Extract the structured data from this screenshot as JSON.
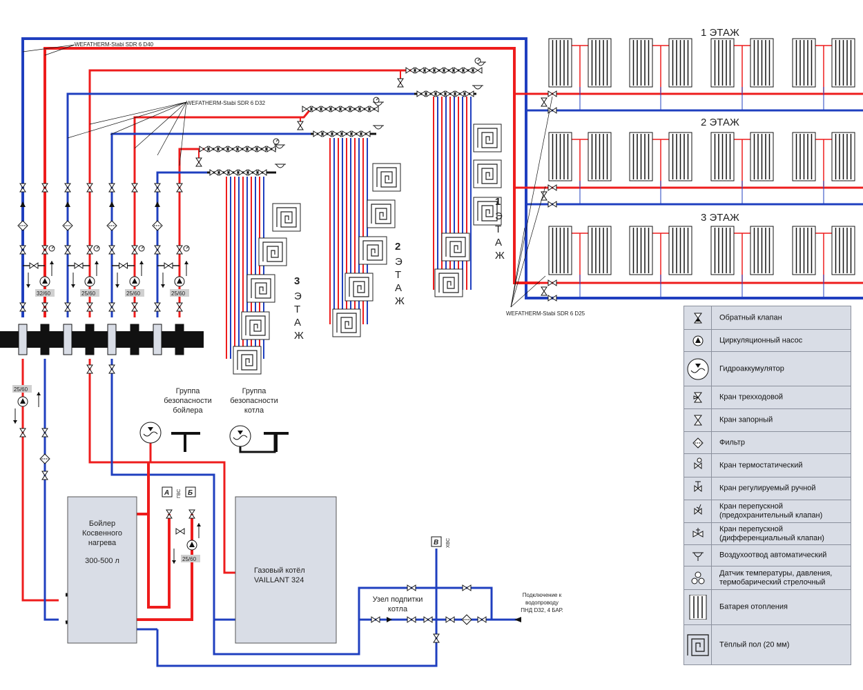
{
  "pipe_labels": {
    "d40": "WEFATHERM-Stabi SDR 6 D40",
    "d32": "WEFATHERM-Stabi SDR 6 D32",
    "d25": "WEFATHERM-Stabi SDR 6 D25"
  },
  "floors_radiators": [
    "1 ЭТАЖ",
    "2 ЭТАЖ",
    "3 ЭТАЖ"
  ],
  "floors_vertical": [
    {
      "num": "3",
      "letters": [
        "Э",
        "Т",
        "А",
        "Ж"
      ]
    },
    {
      "num": "2",
      "letters": [
        "Э",
        "Т",
        "А",
        "Ж"
      ]
    },
    {
      "num": "1",
      "letters": [
        "Э",
        "Т",
        "А",
        "Ж"
      ]
    }
  ],
  "pump_labels": [
    "32/60",
    "25/60",
    "25/60",
    "25/60",
    "25/60",
    "25/60"
  ],
  "safety_group_boiler": [
    "Группа",
    "безопасности",
    "бойлера"
  ],
  "safety_group_kettle": [
    "Группа",
    "безопасности",
    "котла"
  ],
  "boiler_tank": [
    "Бойлер",
    "Косвенного",
    "нагрева",
    "300-500 л"
  ],
  "gas_boiler": [
    "Газовый котёл",
    "VAILLANT 324"
  ],
  "makeup_node": [
    "Узел подпитки",
    "котла"
  ],
  "water_connection": [
    "Подключение к",
    "водопроводу",
    "ПНД D32, 4 БАР."
  ],
  "markers": {
    "a": "А",
    "b": "Б",
    "v": "В",
    "gvs": "ГВС",
    "hvs": "ХВС"
  },
  "legend": [
    {
      "icon": "check-valve",
      "text": "Обратный клапан"
    },
    {
      "icon": "circulation-pump",
      "text": "Циркуляционный насос"
    },
    {
      "icon": "accumulator",
      "text": "Гидроаккумулятор"
    },
    {
      "icon": "three-way-valve",
      "text": "Кран трехходовой"
    },
    {
      "icon": "shutoff-valve",
      "text": "Кран запорный"
    },
    {
      "icon": "filter",
      "text": "Фильтр"
    },
    {
      "icon": "thermostatic-valve",
      "text": "Кран термостатический"
    },
    {
      "icon": "manual-valve",
      "text": "Кран регулируемый ручной"
    },
    {
      "icon": "relief-valve",
      "text": "Кран перепускной (предохранительный клапан)"
    },
    {
      "icon": "bypass-valve",
      "text": "Кран перепускной (дифференциальный клапан)"
    },
    {
      "icon": "air-vent",
      "text": "Воздухоотвод автоматический"
    },
    {
      "icon": "gauge",
      "text": "Датчик температуры, давления, термобарический стрелочный"
    },
    {
      "icon": "radiator",
      "text": "Батарея отопления"
    },
    {
      "icon": "floor-heating",
      "text": "Тёплый пол (20 мм)"
    }
  ],
  "colors": {
    "supply": "#ee1c1c",
    "return": "#1f3fbf",
    "black": "#111111",
    "legend_bg": "#d9dde6"
  }
}
